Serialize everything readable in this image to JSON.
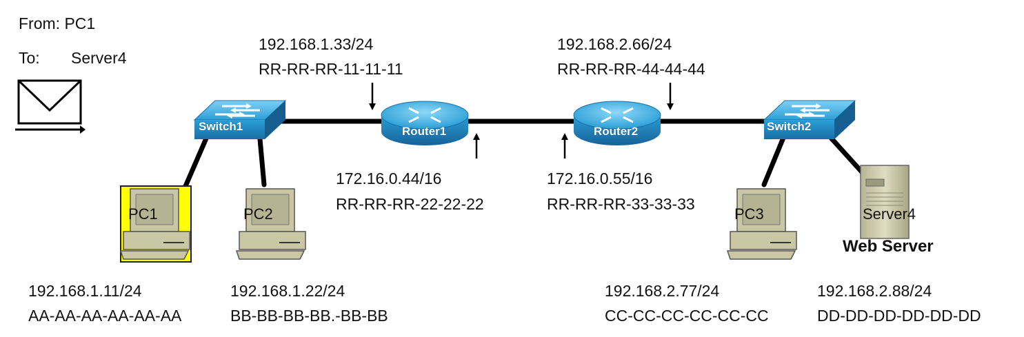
{
  "message": {
    "from_label": "From: PC1",
    "to_label": "To:",
    "to_value": "Server4",
    "icon": "envelope-icon"
  },
  "devices": {
    "switch1": {
      "label": "Switch1",
      "icon": "switch-icon"
    },
    "switch2": {
      "label": "Switch2",
      "icon": "switch-icon"
    },
    "router1": {
      "label": "Router1",
      "icon": "router-icon"
    },
    "router2": {
      "label": "Router2",
      "icon": "router-icon"
    },
    "pc1": {
      "label": "PC1",
      "icon": "pc-icon",
      "ip": "192.168.1.11/24",
      "mac": "AA-AA-AA-AA-AA-AA",
      "highlight": "#ffff00"
    },
    "pc2": {
      "label": "PC2",
      "icon": "pc-icon",
      "ip": "192.168.1.22/24",
      "mac": "BB-BB-BB-BB.-BB-BB"
    },
    "pc3": {
      "label": "PC3",
      "icon": "pc-icon",
      "ip": "192.168.2.77/24",
      "mac": "CC-CC-CC-CC-CC-CC"
    },
    "server4": {
      "label": "Server4",
      "role": "Web Server",
      "icon": "server-icon",
      "ip": "192.168.2.88/24",
      "mac": "DD-DD-DD-DD-DD-DD"
    }
  },
  "interfaces": {
    "r1_lan": {
      "ip": "192.168.1.33/24",
      "mac": "RR-RR-RR-11-11-11"
    },
    "r1_wan": {
      "ip": "172.16.0.44/16",
      "mac": "RR-RR-RR-22-22-22"
    },
    "r2_wan": {
      "ip": "172.16.0.55/16",
      "mac": "RR-RR-RR-33-33-33"
    },
    "r2_lan": {
      "ip": "192.168.2.66/24",
      "mac": "RR-RR-RR-44-44-44"
    }
  },
  "colors": {
    "device_blue": "#2a9fd6",
    "device_blue_dark": "#1a6ea6",
    "pc_body": "#c9c7a4",
    "link": "#000000"
  }
}
